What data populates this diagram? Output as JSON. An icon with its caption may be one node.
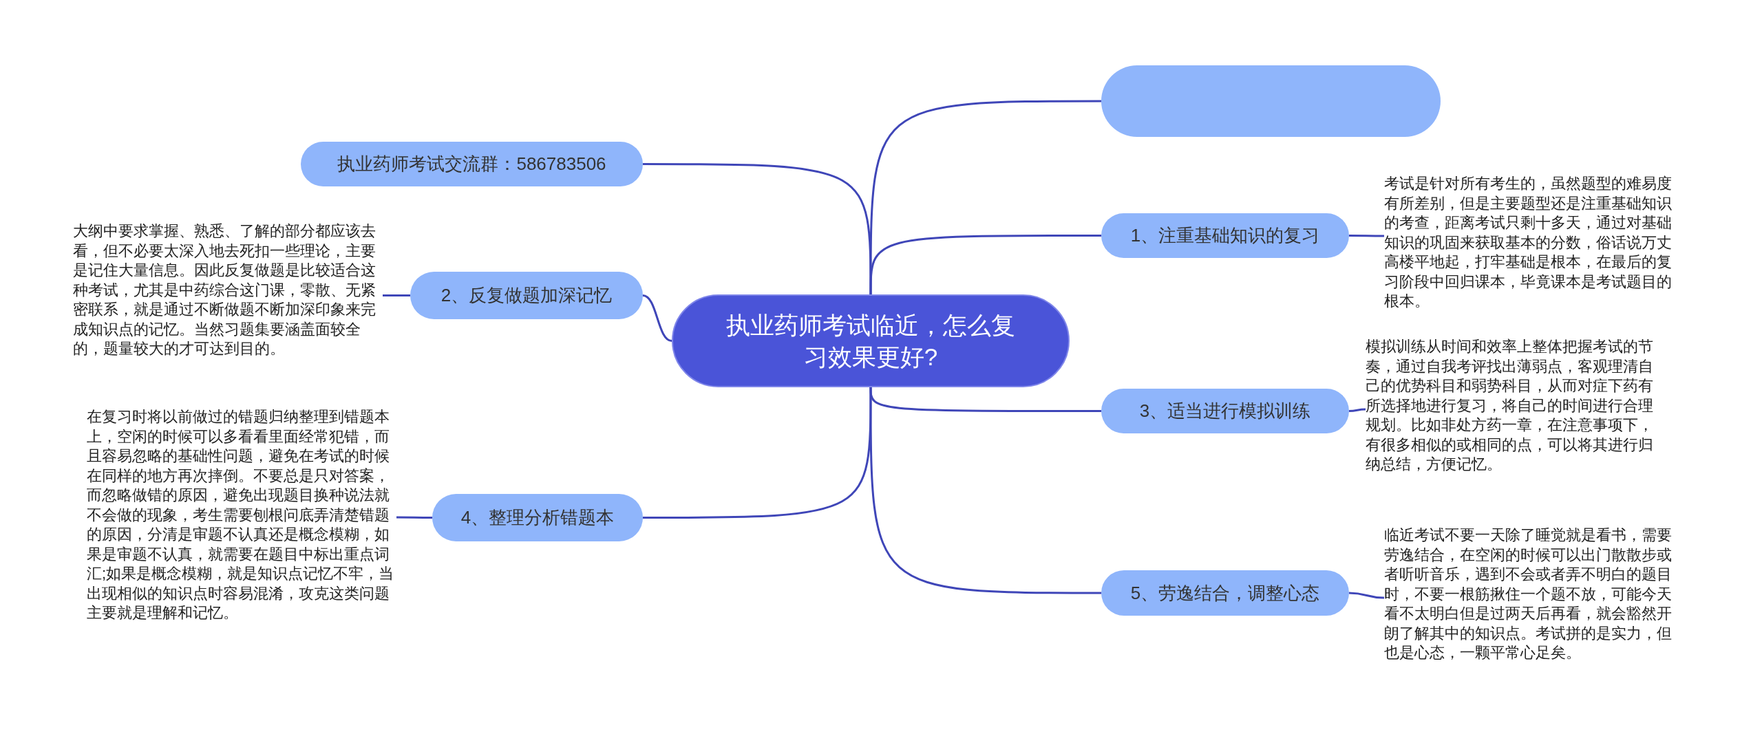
{
  "diagram": {
    "nodes": [
      {
        "text": [
          "执业药师考试临近，怎么复习效果更好?"
        ]
      },
      {
        "text": [],
        "shape": "box"
      },
      {
        "text": [
          "执业药师考试交流群：586783506"
        ]
      },
      {
        "text": [
          "1、注重基础知识的复习"
        ]
      },
      {
        "text": [
          "考试是针对所有考生的，虽然题型的难易度有所差别，但是主要题型还是注重基础知识的考查，距离考试只剩十多天，通过对基础知识的巩固来获取基本的分数，俗话说万丈高楼平地起，打牢基础是根本，在最后的复习阶段中回归课本，毕竟课本是考试题目的根本。"
        ]
      },
      {
        "text": [
          "2、反复做题加深记忆"
        ]
      },
      {
        "text": [
          "大纲中要求掌握、熟悉、了解的部分都应该去看，但不必要太深入地去死扣一些理论，主要是记住大量信息。因此反复做题是比较适合这种考试，尤其是中药综合这门课，零散、无紧密联系，就是通过不断做题不断加深印象来完成知识点的记忆。当然习题集要涵盖面较全的，题量较大的才可达到目的。"
        ]
      },
      {
        "text": [
          "3、适当进行模拟训练"
        ]
      },
      {
        "text": [
          "模拟训练从时间和效率上整体把握考试的节奏，通过自我考评找出薄弱点，客观理清自己的优势科目和弱势科目，从而对症下药有所选择地进行复习，将自己的时间进行合理规划。比如非处方药一章，在注意事项下，有很多相似的或相同的点，可以将其进行归纳总结，方便记忆。"
        ]
      },
      {
        "text": [
          "4、整理分析错题本"
        ]
      },
      {
        "text": [
          "在复习时将以前做过的错题归纳整理到错题本上，空闲的时候可以多看看里面经常犯错，而且容易忽略的基础性问题，避免在考试的时候在同样的地方再次摔倒。不要总是只对答案，而忽略做错的原因，避免出现题目换种说法就不会做的现象，考生需要刨根问底弄清楚错题的原因，分清是审题不认真还是概念模糊，如果是审题不认真，就需要在题目中标出重点词汇;如果是概念模糊，就是知识点记忆不牢，当出现相似的知识点时容易混淆，攻克这类问题主要就是理解和记忆。"
        ]
      },
      {
        "text": [
          "5、劳逸结合，调整心态"
        ]
      },
      {
        "text": [
          "临近考试不要一天除了睡觉就是看书，需要劳逸结合，在空闲的时候可以出门散散步或者听听音乐，遇到不会或者弄不明白的题目时，不要一根筋揪住一个题不放，可能今天看不太明白但是过两天后再看，就会豁然开朗了解其中的知识点。考试拼的是实力，但也是心态，一颗平常心足矣。"
        ]
      }
    ],
    "edges": [
      {
        "from": 0,
        "to": 1,
        "arrow": "none"
      },
      {
        "from": 0,
        "to": 2,
        "arrow": "none"
      },
      {
        "from": 0,
        "to": 3,
        "arrow": "none"
      },
      {
        "from": 3,
        "to": 4,
        "arrow": "none"
      },
      {
        "from": 0,
        "to": 5,
        "arrow": "none"
      },
      {
        "from": 5,
        "to": 6,
        "arrow": "none"
      },
      {
        "from": 0,
        "to": 7,
        "arrow": "none"
      },
      {
        "from": 7,
        "to": 8,
        "arrow": "none"
      },
      {
        "from": 0,
        "to": 9,
        "arrow": "none"
      },
      {
        "from": 9,
        "to": 10,
        "arrow": "none"
      },
      {
        "from": 0,
        "to": 11,
        "arrow": "none"
      },
      {
        "from": 11,
        "to": 12,
        "arrow": "none"
      }
    ]
  }
}
